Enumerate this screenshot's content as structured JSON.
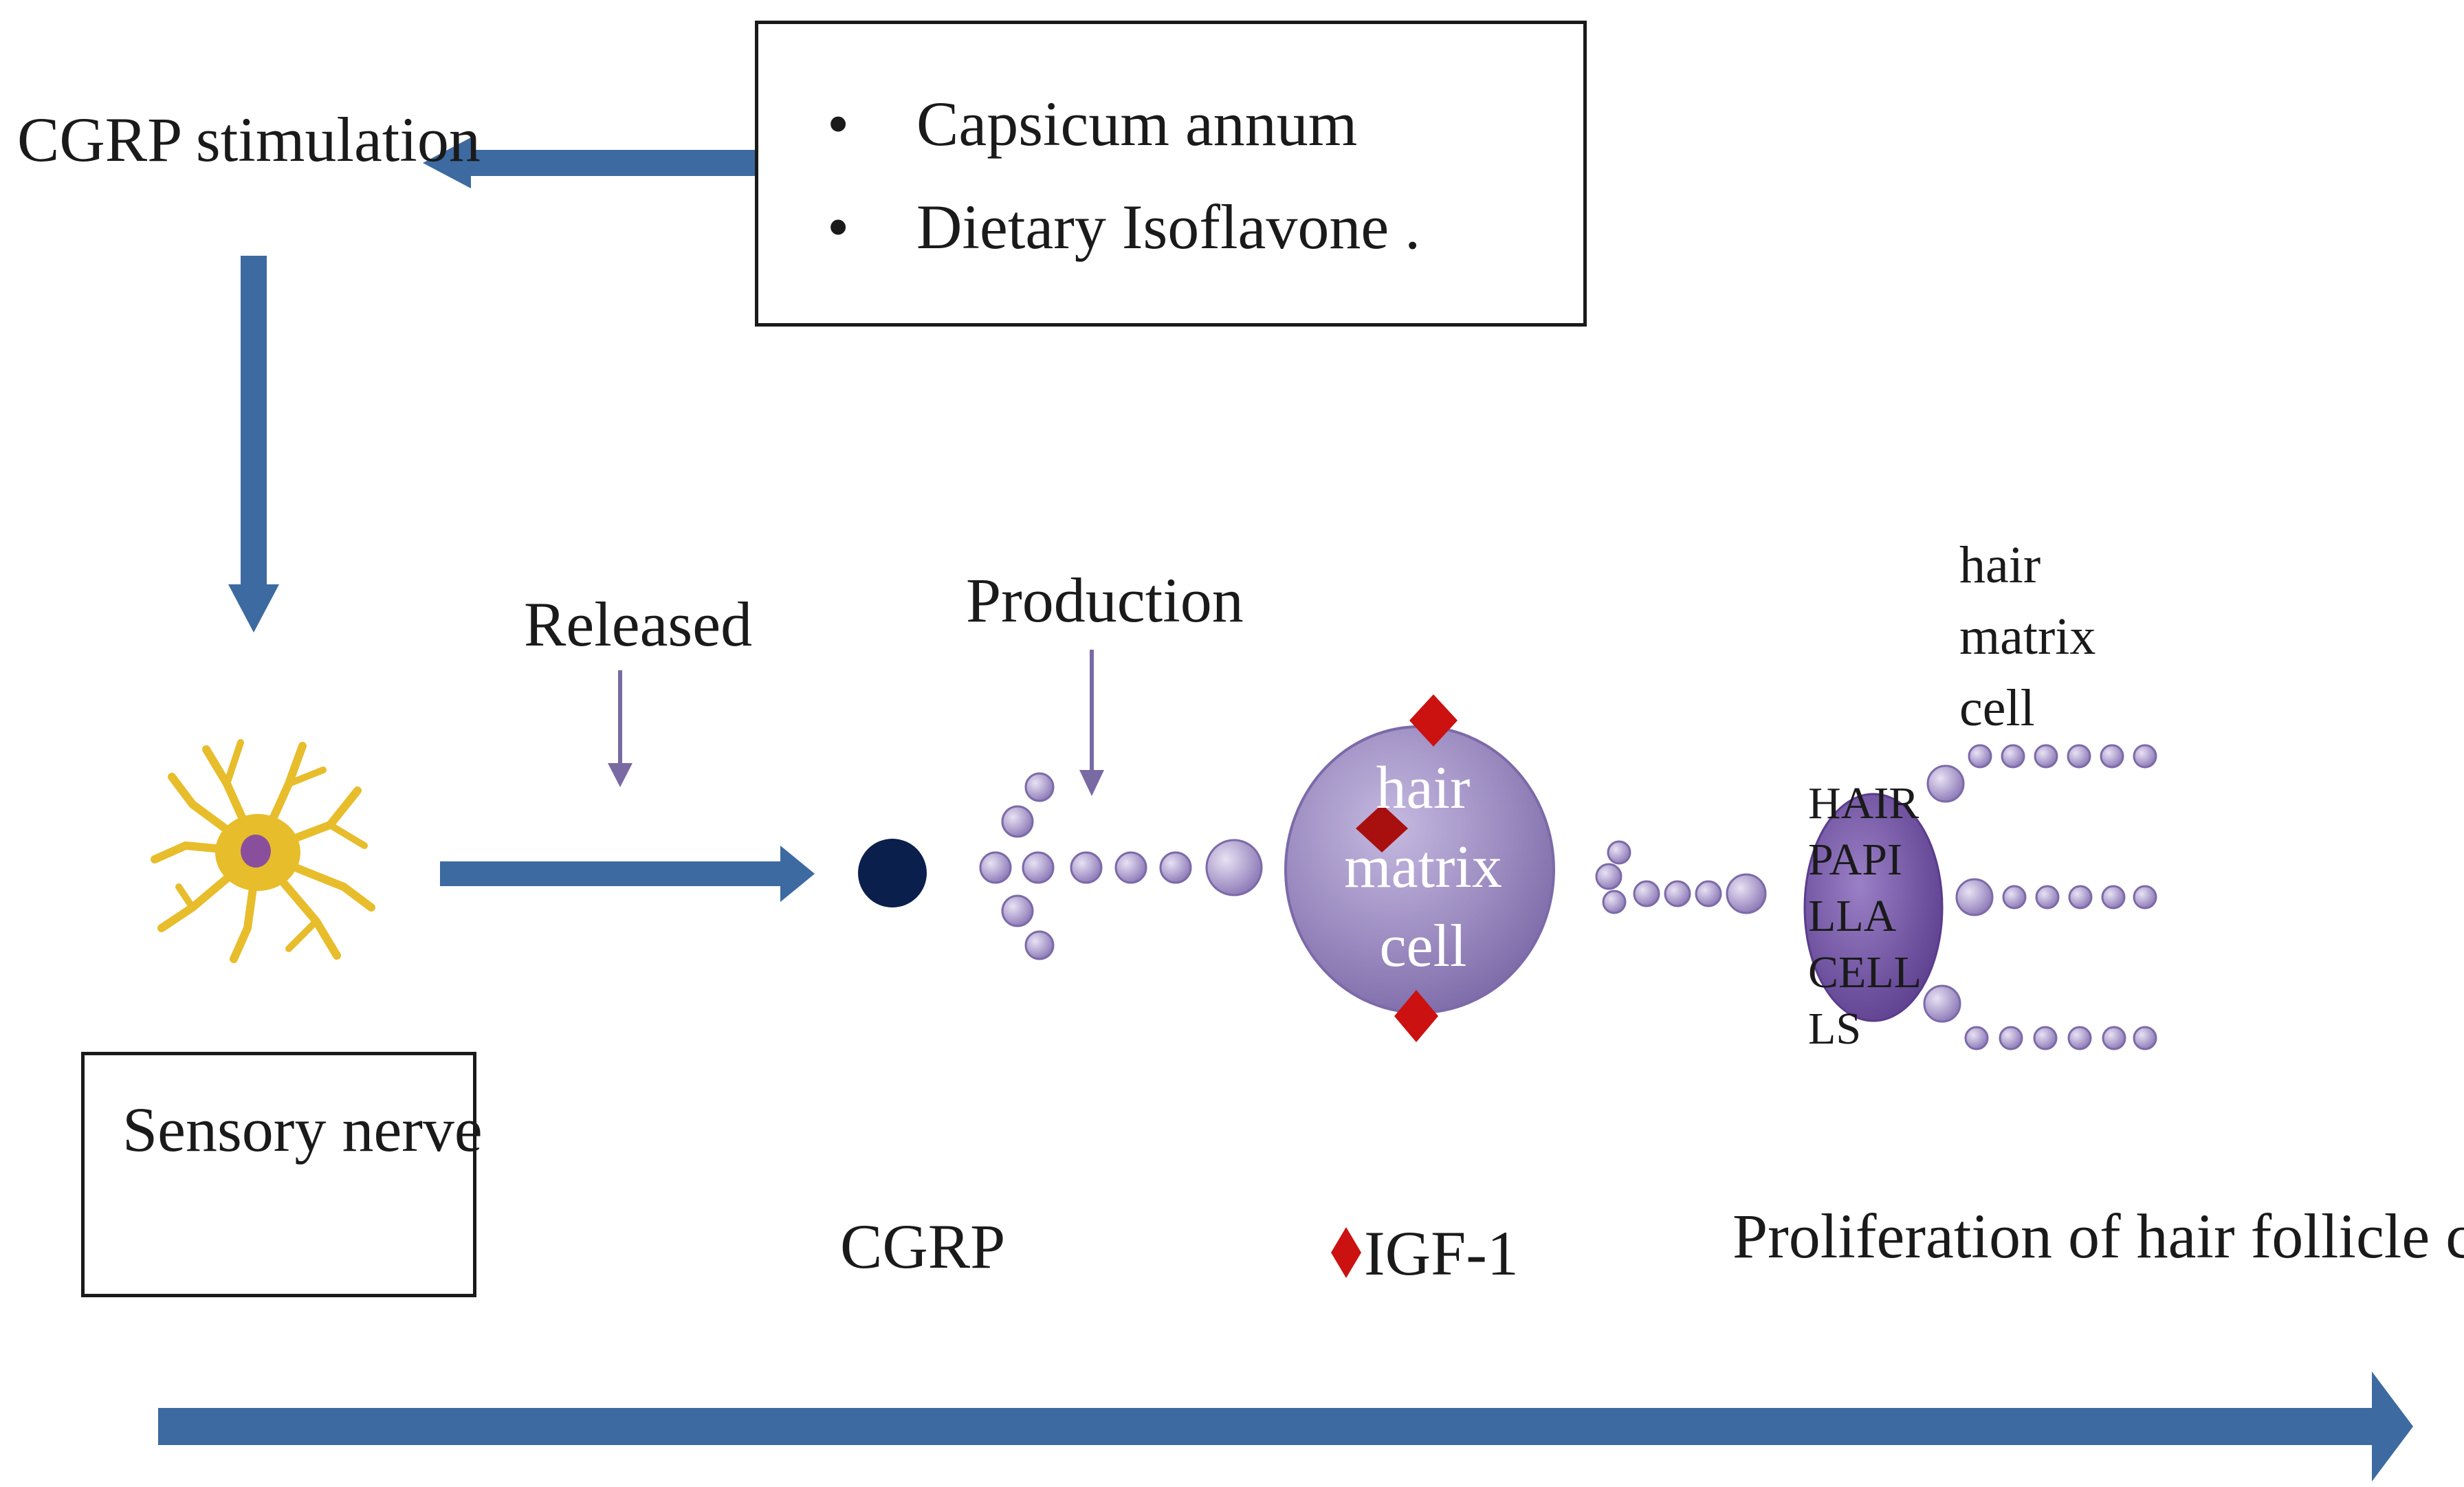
{
  "colors": {
    "arrow_blue": "#3d6aa0",
    "nerve_yellow": "#e7bd2c",
    "nerve_nucleus": "#8a4f9c",
    "cgrp_dot": "#0b1f4d",
    "cell_purple": "#9b8bc0",
    "papilla_purple": "#7a5ba8",
    "igf_red": "#cc1111",
    "thin_arrow": "#7a6aa3"
  },
  "sources_box": {
    "items": [
      "Capsicum annum",
      "Dietary Isoflavone ."
    ]
  },
  "labels": {
    "cgrp_stimulation": "CGRP stimulation",
    "released": "Released",
    "production": "Production",
    "sensory_nerve": "Sensory nerve",
    "cgrp": "CGRP",
    "igf1": "IGF-1",
    "proliferation": "Proliferation  of hair follicle cells"
  },
  "matrix_cell": {
    "lines": [
      "hair",
      "matrix",
      "cell"
    ]
  },
  "papilla": {
    "lines": [
      "HAIR",
      "PAPI",
      "LLA",
      "CELL",
      "LS"
    ]
  },
  "top_matrix_label": {
    "lines": [
      "hair",
      "matrix",
      "cell"
    ]
  },
  "icons": {
    "nerve": "neuron-icon",
    "cgrp": "cgrp-molecule-icon",
    "igf": "igf1-diamond-icon"
  }
}
